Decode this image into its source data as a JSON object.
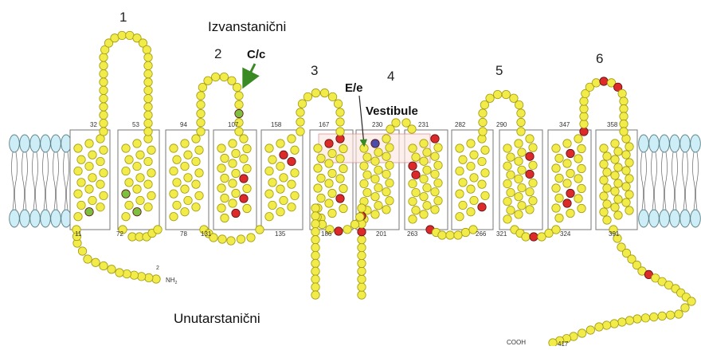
{
  "labels": {
    "extracellular": "Izvanstanični",
    "intracellular": "Unutarstanični",
    "vestibule": "Vestibule",
    "cc_site": "C/c",
    "ee_site": "E/e",
    "cooh": "COOH",
    "nh2": "NH",
    "nh2_sub": "2",
    "n_term_pos": "2",
    "c_term_pos": "417"
  },
  "loops": [
    "1",
    "2",
    "3",
    "4",
    "5",
    "6"
  ],
  "helix_top_numbers": [
    "32",
    "53",
    "94",
    "107",
    "158",
    "167",
    "230",
    "231",
    "282",
    "290",
    "347",
    "358"
  ],
  "helix_bottom_numbers": [
    "11",
    "72",
    "78",
    "131",
    "135",
    "186",
    "201",
    "263",
    "266",
    "321",
    "324",
    "391"
  ],
  "colors": {
    "residue": "#f2ec4a",
    "residue_stroke": "#a39a10",
    "polymorphic_red": "#dc2a2a",
    "cc_green": "#7fbf3f",
    "ee_blue": "#4b4ea8",
    "lipid_head": "#cdeef6",
    "lipid_stroke": "#5a7f88",
    "arrow_green": "#3a8a24"
  }
}
